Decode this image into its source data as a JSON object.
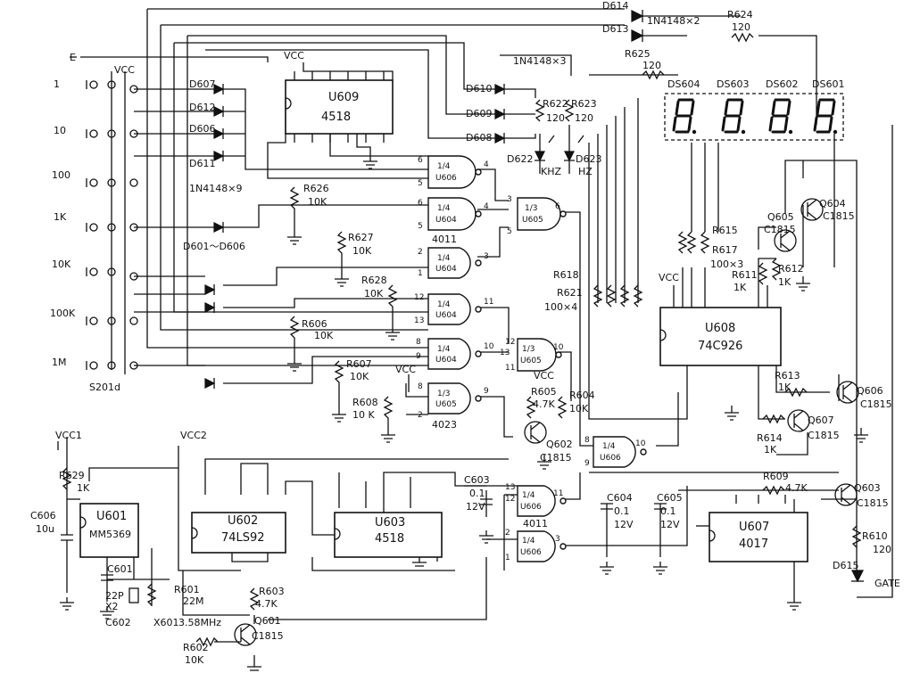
{
  "inputs": {
    "enable": "E",
    "vcc_top": "VCC",
    "ranges": [
      "1",
      "10",
      "100",
      "1K",
      "10K",
      "100K",
      "1M"
    ],
    "switch": "S201d"
  },
  "ics": [
    {
      "ref": "U609",
      "part": "4518"
    },
    {
      "ref": "U608",
      "part": "74C926"
    },
    {
      "ref": "U601",
      "part": "MM5369"
    },
    {
      "ref": "U602",
      "part": "74LS92"
    },
    {
      "ref": "U603",
      "part": "4518"
    },
    {
      "ref": "U607",
      "part": "4017"
    }
  ],
  "gates": [
    {
      "name": "1/4",
      "ref": "U606",
      "pins": [
        "6",
        "5",
        "4"
      ]
    },
    {
      "name": "1/4",
      "ref": "U604",
      "pins": [
        "6",
        "5",
        "4"
      ]
    },
    {
      "name": "1/4",
      "ref": "U604",
      "pins": [
        "2",
        "1",
        "3"
      ]
    },
    {
      "name": "1/3",
      "ref": "U605",
      "pins": [
        "3",
        "5",
        "6"
      ]
    },
    {
      "name": "1/4",
      "ref": "U604",
      "pins": [
        "12",
        "13",
        "11"
      ]
    },
    {
      "name": "1/4",
      "ref": "U604",
      "pins": [
        "8",
        "9",
        "10"
      ]
    },
    {
      "name": "1/3",
      "ref": "U605",
      "pins": [
        "12",
        "13",
        "11",
        "10"
      ]
    },
    {
      "name": "1/3",
      "ref": "U605",
      "pins": [
        "8",
        "2",
        "9"
      ]
    },
    {
      "name": "1/4",
      "ref": "U606",
      "pins": [
        "8",
        "9",
        "10"
      ]
    },
    {
      "name": "1/4",
      "ref": "U606",
      "pins": [
        "13",
        "12",
        "11"
      ]
    },
    {
      "name": "1/4",
      "ref": "U606",
      "pins": [
        "2",
        "1",
        "3"
      ]
    }
  ],
  "gate_families": [
    "4011",
    "4023",
    "4011"
  ],
  "diodes": {
    "d614": "D614",
    "d613": "D613",
    "pair": "1N4148×2",
    "trio": "1N4148×3",
    "d610": "D610",
    "d609": "D609",
    "d608": "D608",
    "d607": "D607",
    "d612": "D612",
    "d606": "D606",
    "d611": "D611",
    "nine": "1N4148×9",
    "range": "D601～D606",
    "d615": "D615"
  },
  "leds": {
    "d622": "D622",
    "d623": "D623",
    "khz": "KHZ",
    "hz": "HZ"
  },
  "displays": [
    "DS604",
    "DS603",
    "DS602",
    "DS601"
  ],
  "resistors": [
    {
      "ref": "R624",
      "value": "120"
    },
    {
      "ref": "R625",
      "value": "120"
    },
    {
      "ref": "R622",
      "value": "120"
    },
    {
      "ref": "R623",
      "value": "120"
    },
    {
      "ref": "R626",
      "value": "10K"
    },
    {
      "ref": "R627",
      "value": "10K"
    },
    {
      "ref": "R628",
      "value": "10K"
    },
    {
      "ref": "R606",
      "value": "10K"
    },
    {
      "ref": "R607",
      "value": "10K"
    },
    {
      "ref": "R608",
      "value": "10 K"
    },
    {
      "ref": "R605",
      "value": "4.7K"
    },
    {
      "ref": "R604",
      "value": "10K"
    },
    {
      "ref": "R615",
      "value": "R617"
    },
    {
      "ref": "R618",
      "value": "R621"
    },
    {
      "ref": "R611",
      "value": "1K"
    },
    {
      "ref": "R612",
      "value": "1K"
    },
    {
      "ref": "R613",
      "value": "1K"
    },
    {
      "ref": "R614",
      "value": "1K"
    },
    {
      "ref": "R609",
      "value": "4.7K"
    },
    {
      "ref": "R610",
      "value": "120"
    },
    {
      "ref": "R629",
      "value": "1K"
    },
    {
      "ref": "R601",
      "value": "22M"
    },
    {
      "ref": "R603",
      "value": "4.7K"
    },
    {
      "ref": "R602",
      "value": "10K"
    }
  ],
  "networks": {
    "r615": "100×3",
    "r618": "100×4"
  },
  "transistors": [
    {
      "ref": "Q604",
      "part": "C1815"
    },
    {
      "ref": "Q605",
      "part": "C1815"
    },
    {
      "ref": "Q606",
      "part": "C1815"
    },
    {
      "ref": "Q607",
      "part": "C1815"
    },
    {
      "ref": "Q602",
      "part": "C1815"
    },
    {
      "ref": "Q603",
      "part": "C1815"
    },
    {
      "ref": "Q601",
      "part": "C1815"
    }
  ],
  "capacitors": {
    "c603": "C603",
    "c603v": "0.1",
    "c603r": "12V",
    "c604": "C604",
    "c604v": "0.1",
    "c604r": "12V",
    "c605": "C605",
    "c605v": "0.1",
    "c605r": "12V",
    "c606": "C606",
    "c606v": "10u",
    "c601": "C601",
    "c602": "C602",
    "c601v": "22P"
  },
  "crystal": {
    "x2": "X2",
    "x601": "X601",
    "freq": "3.58MHz"
  },
  "power": {
    "vcc": "VCC",
    "vcc1": "VCC1",
    "vcc2": "VCC2"
  },
  "outputs": {
    "gate": "GATE"
  }
}
